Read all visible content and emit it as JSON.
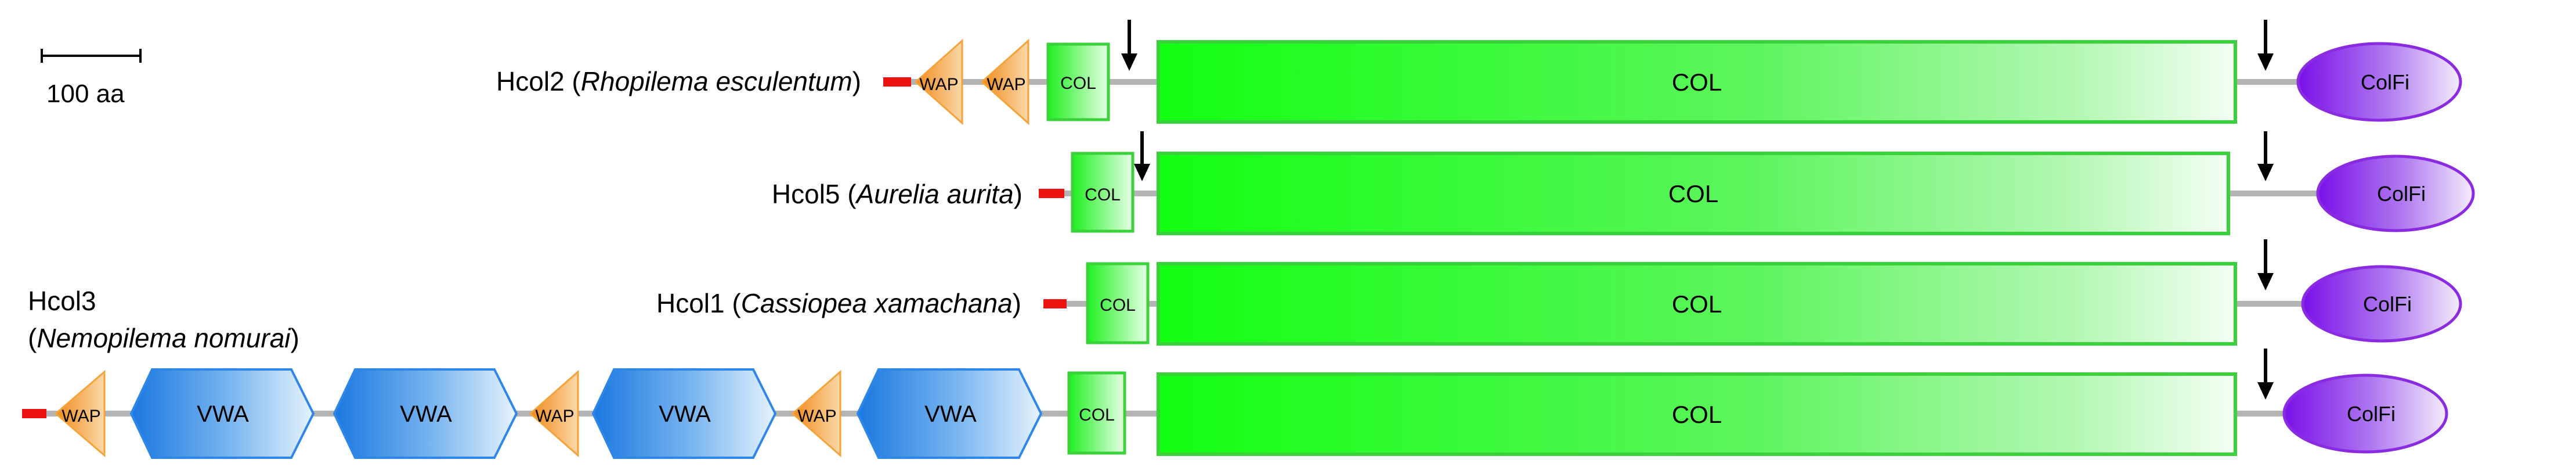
{
  "scale_bar": {
    "label": "100 aa"
  },
  "colors": {
    "col_green": "#1aff1a",
    "col_border": "#3ad13a",
    "wap_orange": "#f4a23a",
    "vwa_blue": "#2e86e6",
    "colfi_purple": "#8a2be2",
    "signal_red": "#ee1111",
    "linker_gray": "#b4b4b4"
  },
  "domain_labels": {
    "wap": "WAP",
    "vwa": "VWA",
    "col": "COL",
    "colfi": "ColFi"
  },
  "proteins": [
    {
      "id": "hcol2",
      "name": "Hcol2",
      "species": "Rhopilema esculentum",
      "domains": [
        "signal",
        "WAP",
        "WAP",
        "COL",
        "COL",
        "ColFi"
      ],
      "cleavage_sites": 2
    },
    {
      "id": "hcol5",
      "name": "Hcol5",
      "species": "Aurelia aurita",
      "domains": [
        "signal",
        "COL",
        "COL",
        "ColFi"
      ],
      "cleavage_sites": 2
    },
    {
      "id": "hcol1",
      "name": "Hcol1",
      "species": "Cassiopea xamachana",
      "domains": [
        "signal",
        "COL",
        "COL",
        "ColFi"
      ],
      "cleavage_sites": 1
    },
    {
      "id": "hcol3",
      "name": "Hcol3",
      "species": "Nemopilema nomurai",
      "domains": [
        "signal",
        "WAP",
        "VWA",
        "VWA",
        "WAP",
        "VWA",
        "WAP",
        "VWA",
        "COL",
        "COL",
        "ColFi"
      ],
      "cleavage_sites": 1
    }
  ]
}
